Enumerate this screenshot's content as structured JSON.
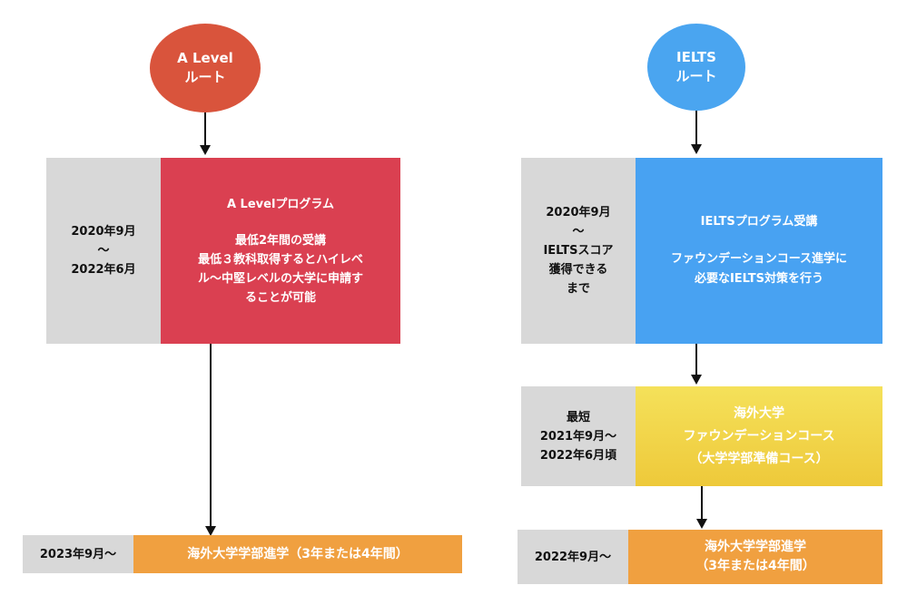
{
  "left": {
    "start": {
      "line1": "A Level",
      "line2": "ルート"
    },
    "period": {
      "line1": "2020年9月",
      "line2": "〜",
      "line3": "2022年6月"
    },
    "program": {
      "title": "A Levelプログラム",
      "line1": "最低2年間の受講",
      "line2": "最低３教科取得するとハイレベ",
      "line3": "ル〜中堅レベルの大学に申請す",
      "line4": "ることが可能"
    },
    "result": {
      "date": "2023年9月〜",
      "label": "海外大学学部進学（3年または4年間）"
    }
  },
  "right": {
    "start": {
      "line1": "IELTS",
      "line2": "ルート"
    },
    "period": {
      "line1": "2020年9月",
      "line2": "〜",
      "line3": "IELTSスコア",
      "line4": "獲得できる",
      "line5": "まで"
    },
    "program": {
      "title": "IELTSプログラム受講",
      "line1": "ファウンデーションコース進学に",
      "line2": "必要なIELTS対策を行う"
    },
    "foundation_period": {
      "line1": "最短",
      "line2": "2021年9月〜",
      "line3": "2022年6月頃"
    },
    "foundation": {
      "line1": "海外大学",
      "line2": "ファウンデーションコース",
      "line3": "（大学学部準備コース）"
    },
    "result": {
      "date": "2022年9月〜",
      "line1": "海外大学学部進学",
      "line2": "（3年または4年間）"
    }
  },
  "colors": {
    "start_left": "#d9543c",
    "start_right": "#4aa5f0",
    "program_left": "#da4051",
    "program_right": "#48a2f2",
    "foundation": "#f0d24a",
    "result": "#f0a040",
    "date_box": "#d8d8d8"
  }
}
